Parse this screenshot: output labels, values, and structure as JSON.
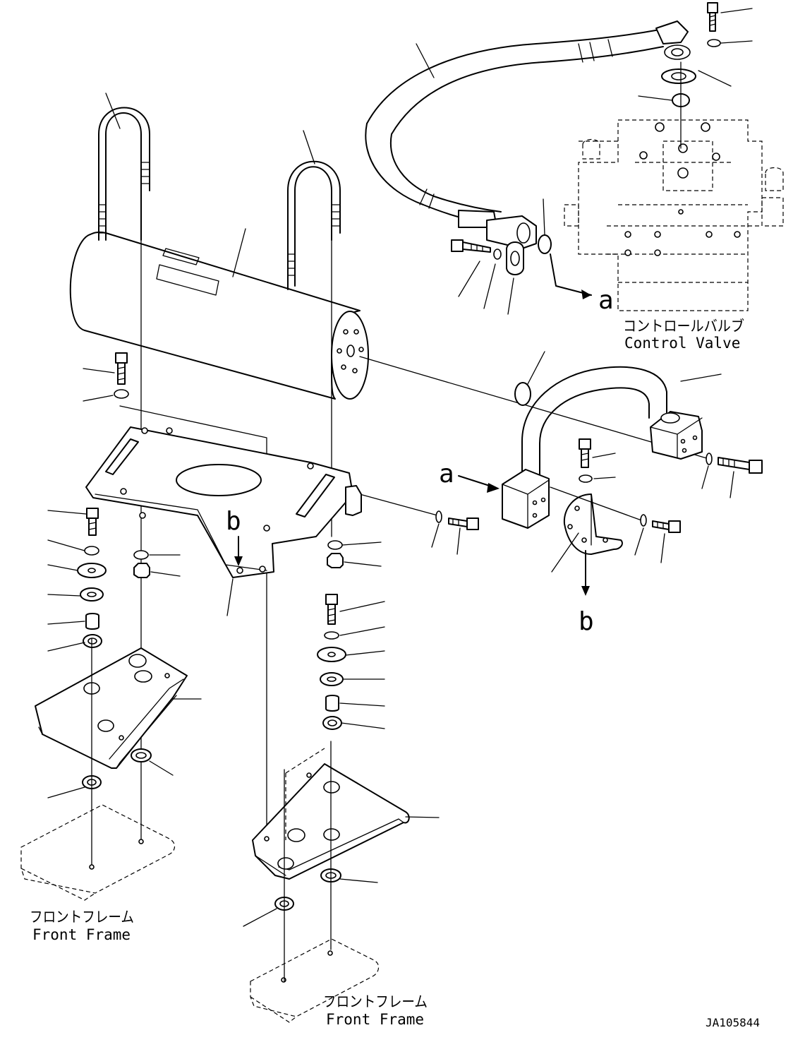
{
  "labels": {
    "control_valve_jp": "コントロールバルブ",
    "control_valve_en": "Control Valve",
    "front_frame_left_jp": "フロントフレーム",
    "front_frame_left_en": "Front Frame",
    "front_frame_right_jp": "フロントフレーム",
    "front_frame_right_en": "Front Frame",
    "ref_a_hose": "a",
    "ref_a_pipe": "a",
    "ref_b_bracket": "b",
    "ref_b_plate": "b",
    "drawing_number": "JA105844"
  }
}
